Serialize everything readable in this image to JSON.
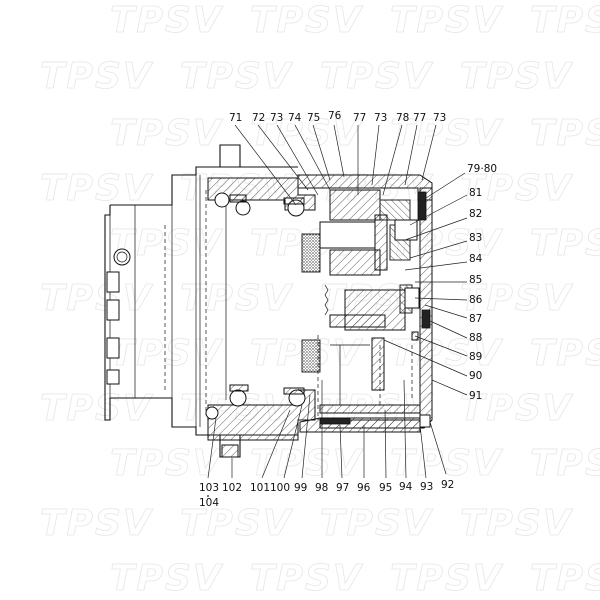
{
  "diagram": {
    "type": "exploded parts cross-section",
    "subject": "final drive / travel motor reduction gearbox",
    "watermark": "TPSV",
    "colors": {
      "line": "#111111",
      "background": "#ffffff",
      "watermark": "#e6e6e6"
    }
  },
  "callouts": {
    "top": [
      {
        "id": "71",
        "label": "71"
      },
      {
        "id": "72",
        "label": "72"
      },
      {
        "id": "73a",
        "label": "73"
      },
      {
        "id": "74",
        "label": "74"
      },
      {
        "id": "75",
        "label": "75"
      },
      {
        "id": "76",
        "label": "76"
      },
      {
        "id": "77a",
        "label": "77"
      },
      {
        "id": "73b",
        "label": "73"
      },
      {
        "id": "78",
        "label": "78"
      },
      {
        "id": "77b",
        "label": "77"
      },
      {
        "id": "73c",
        "label": "73"
      }
    ],
    "right": [
      {
        "id": "79-80",
        "label": "79·80"
      },
      {
        "id": "81",
        "label": "81"
      },
      {
        "id": "82",
        "label": "82"
      },
      {
        "id": "83",
        "label": "83"
      },
      {
        "id": "84",
        "label": "84"
      },
      {
        "id": "85",
        "label": "85"
      },
      {
        "id": "86",
        "label": "86"
      },
      {
        "id": "87",
        "label": "87"
      },
      {
        "id": "88",
        "label": "88"
      },
      {
        "id": "89",
        "label": "89"
      },
      {
        "id": "90",
        "label": "90"
      },
      {
        "id": "91",
        "label": "91"
      }
    ],
    "bottom": [
      {
        "id": "103",
        "label": "103"
      },
      {
        "id": "104",
        "label": "104"
      },
      {
        "id": "102",
        "label": "102"
      },
      {
        "id": "101",
        "label": "101"
      },
      {
        "id": "100",
        "label": "100"
      },
      {
        "id": "99",
        "label": "99"
      },
      {
        "id": "98",
        "label": "98"
      },
      {
        "id": "97",
        "label": "97"
      },
      {
        "id": "96",
        "label": "96"
      },
      {
        "id": "95",
        "label": "95"
      },
      {
        "id": "94",
        "label": "94"
      },
      {
        "id": "93",
        "label": "93"
      },
      {
        "id": "92",
        "label": "92"
      }
    ]
  }
}
